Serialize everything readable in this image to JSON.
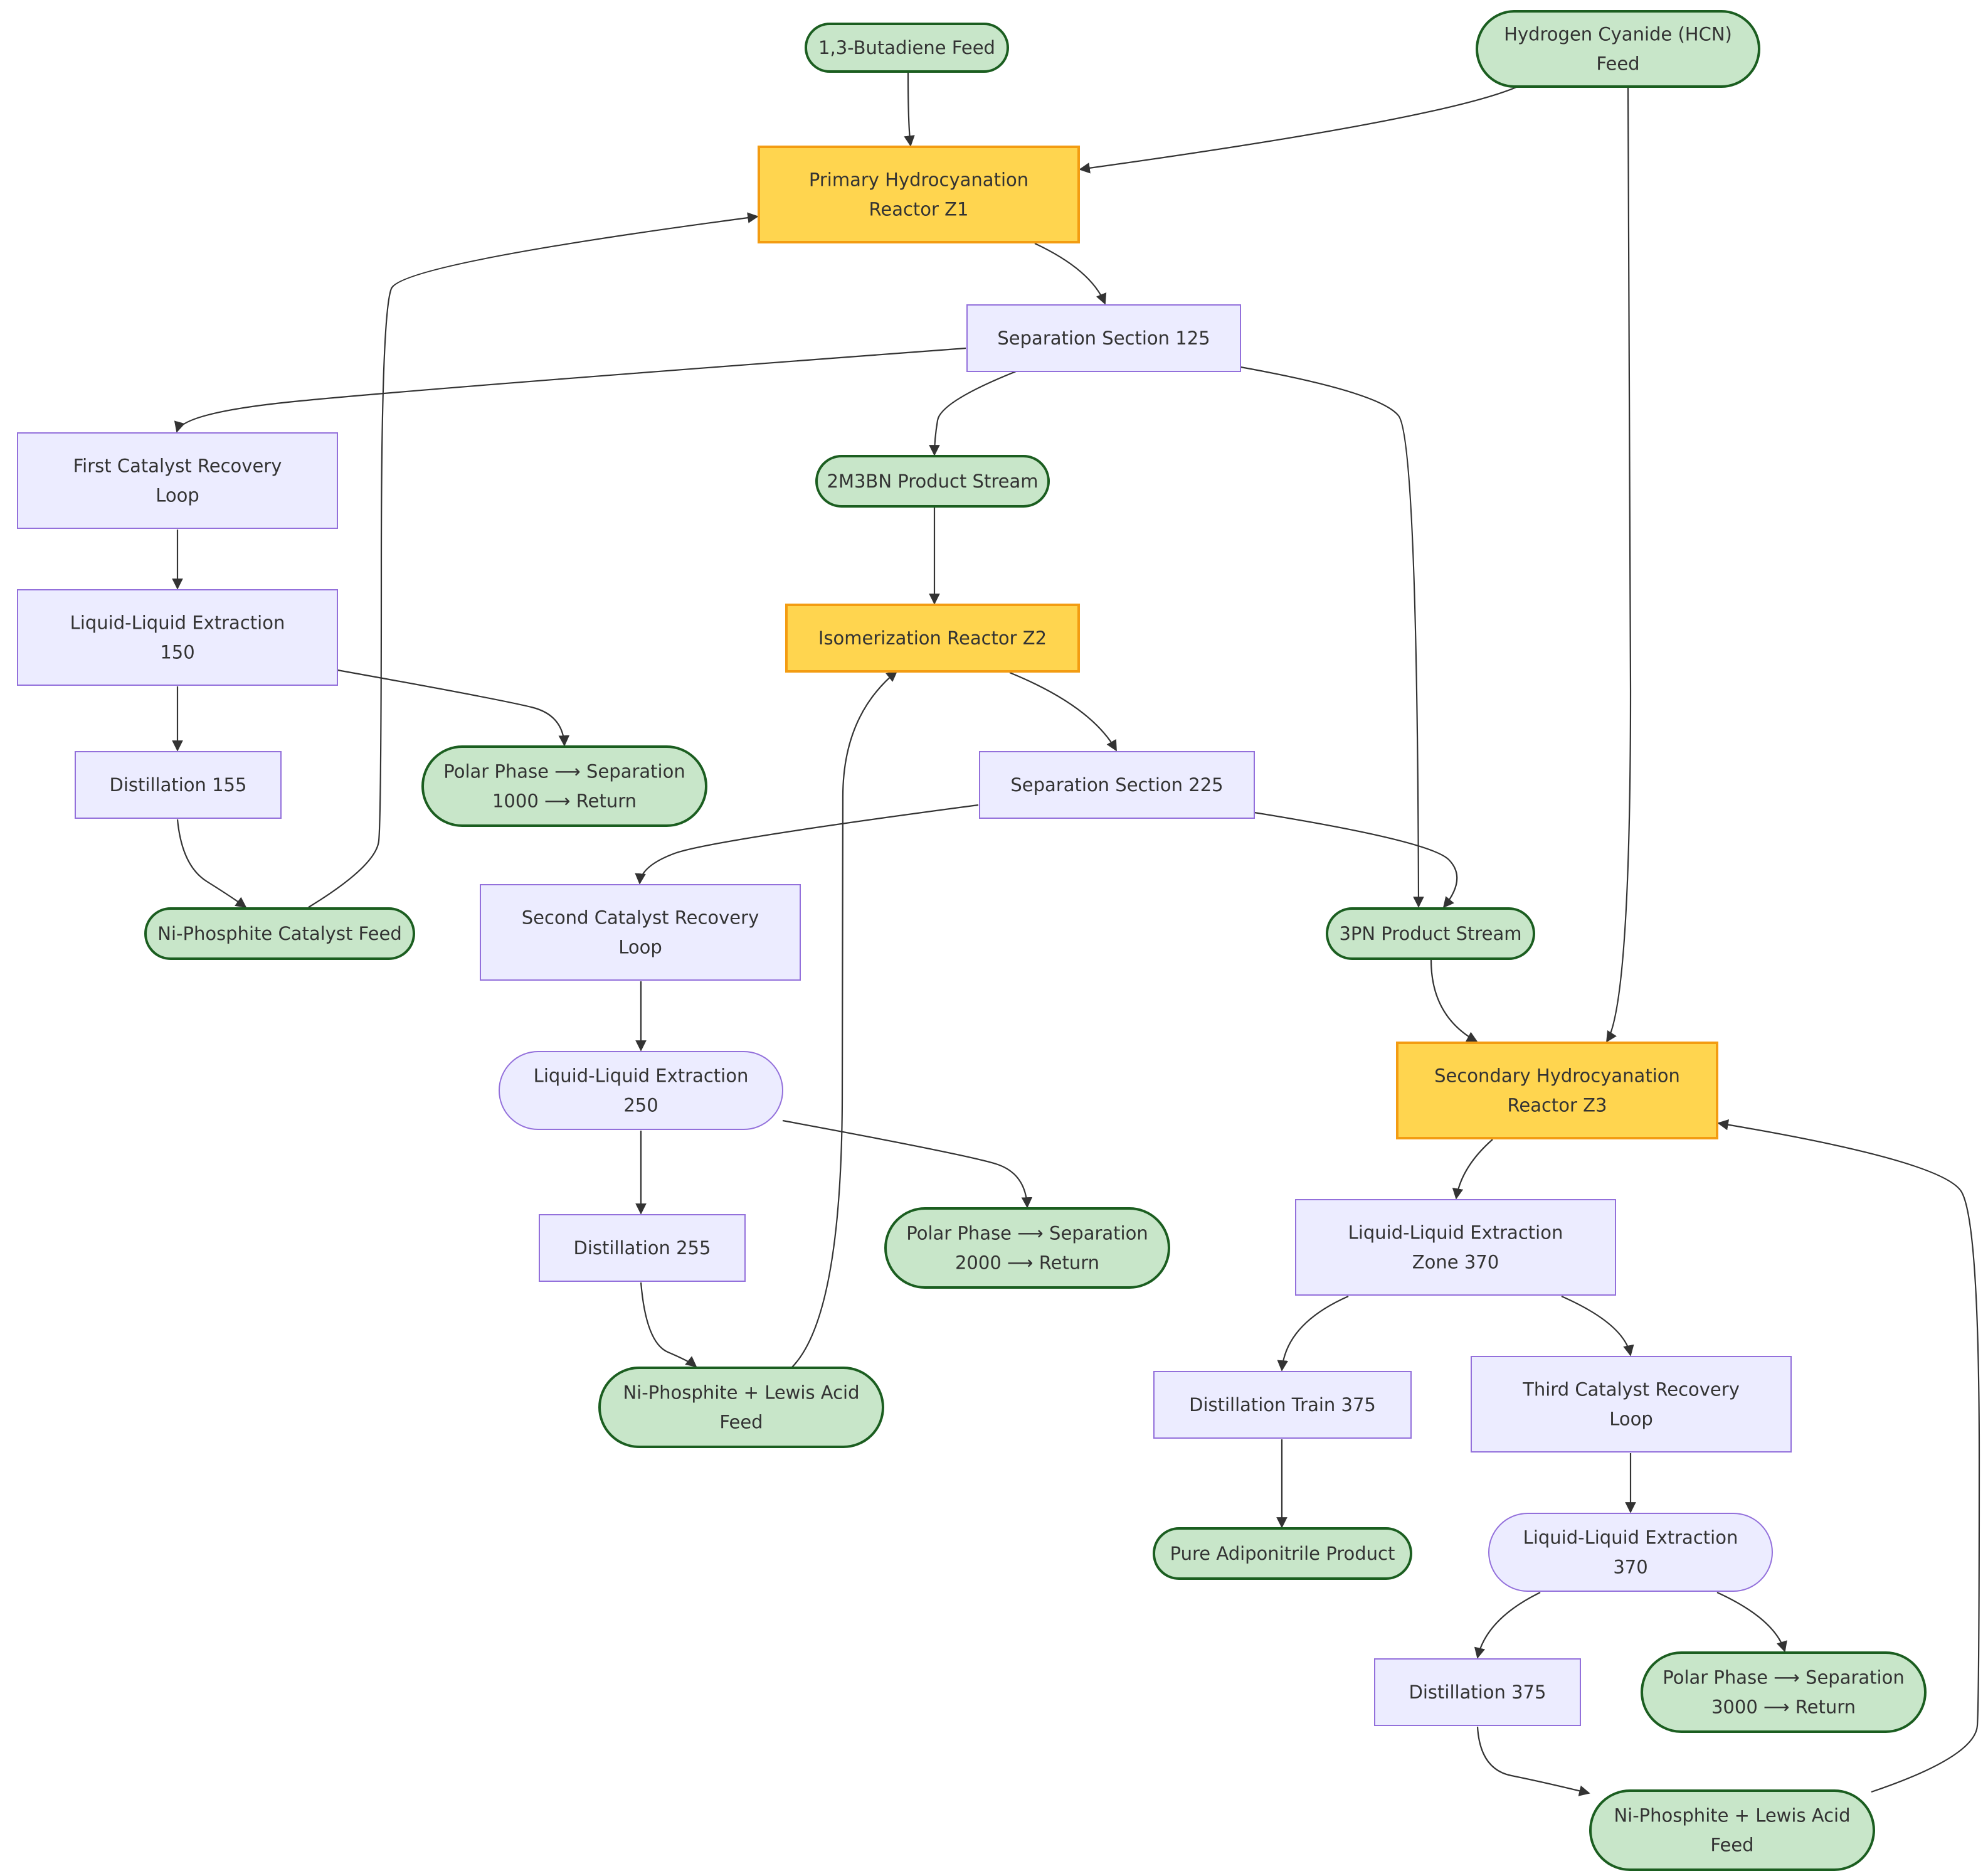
{
  "colors": {
    "process_fill": "#ECECFF",
    "process_stroke": "#9370DB",
    "reactor_fill": "#FFD54F",
    "reactor_stroke": "#F39C12",
    "stream_fill": "#C8E6C9",
    "stream_stroke": "#1B5E20",
    "text": "#333333",
    "edge": "#333333"
  },
  "nodes": [
    {
      "id": "butadiene",
      "kind": "stream",
      "lines": [
        "1,3-Butadiene Feed"
      ]
    },
    {
      "id": "hcn",
      "kind": "stream",
      "lines": [
        "Hydrogen Cyanide (HCN)",
        "Feed"
      ]
    },
    {
      "id": "z1",
      "kind": "reactor",
      "lines": [
        "Primary Hydrocyanation",
        "Reactor Z1"
      ]
    },
    {
      "id": "sep125",
      "kind": "process",
      "lines": [
        "Separation Section 125"
      ]
    },
    {
      "id": "rec1",
      "kind": "process",
      "lines": [
        "First Catalyst Recovery",
        "Loop"
      ]
    },
    {
      "id": "prod2m3bn",
      "kind": "stream",
      "lines": [
        "2M3BN Product Stream"
      ]
    },
    {
      "id": "lle150",
      "kind": "process",
      "lines": [
        "Liquid-Liquid Extraction",
        "150"
      ]
    },
    {
      "id": "z2",
      "kind": "reactor",
      "lines": [
        "Isomerization Reactor Z2"
      ]
    },
    {
      "id": "dist155",
      "kind": "process",
      "lines": [
        "Distillation 155"
      ]
    },
    {
      "id": "polar1000",
      "kind": "stream",
      "lines": [
        "Polar Phase ⟶ Separation",
        "1000 ⟶ Return"
      ]
    },
    {
      "id": "sep225",
      "kind": "process",
      "lines": [
        "Separation Section 225"
      ]
    },
    {
      "id": "nicat",
      "kind": "stream",
      "lines": [
        "Ni-Phosphite Catalyst Feed"
      ]
    },
    {
      "id": "rec2",
      "kind": "process",
      "lines": [
        "Second Catalyst Recovery",
        "Loop"
      ]
    },
    {
      "id": "prod3pn",
      "kind": "stream",
      "lines": [
        "3PN Product Stream"
      ]
    },
    {
      "id": "lle250",
      "kind": "process-round",
      "lines": [
        "Liquid-Liquid Extraction",
        "250"
      ]
    },
    {
      "id": "z3",
      "kind": "reactor",
      "lines": [
        "Secondary Hydrocyanation",
        "Reactor Z3"
      ]
    },
    {
      "id": "dist255",
      "kind": "process",
      "lines": [
        "Distillation 255"
      ]
    },
    {
      "id": "polar2000",
      "kind": "stream",
      "lines": [
        "Polar Phase ⟶ Separation",
        "2000 ⟶ Return"
      ]
    },
    {
      "id": "llez370",
      "kind": "process",
      "lines": [
        "Liquid-Liquid Extraction",
        "Zone 370"
      ]
    },
    {
      "id": "nilewis2",
      "kind": "stream",
      "lines": [
        "Ni-Phosphite + Lewis Acid",
        "Feed"
      ]
    },
    {
      "id": "dt375",
      "kind": "process",
      "lines": [
        "Distillation Train 375"
      ]
    },
    {
      "id": "rec3",
      "kind": "process",
      "lines": [
        "Third Catalyst Recovery",
        "Loop"
      ]
    },
    {
      "id": "adn",
      "kind": "stream",
      "lines": [
        "Pure Adiponitrile Product"
      ]
    },
    {
      "id": "lle370",
      "kind": "process-round",
      "lines": [
        "Liquid-Liquid Extraction",
        "370"
      ]
    },
    {
      "id": "dist375",
      "kind": "process",
      "lines": [
        "Distillation 375"
      ]
    },
    {
      "id": "polar3000",
      "kind": "stream",
      "lines": [
        "Polar Phase ⟶ Separation",
        "3000 ⟶ Return"
      ]
    },
    {
      "id": "nilewis3",
      "kind": "stream",
      "lines": [
        "Ni-Phosphite + Lewis Acid",
        "Feed"
      ]
    }
  ],
  "edges": [
    {
      "from": "butadiene",
      "to": "z1"
    },
    {
      "from": "hcn",
      "to": "z1"
    },
    {
      "from": "hcn",
      "to": "z3"
    },
    {
      "from": "z1",
      "to": "sep125"
    },
    {
      "from": "sep125",
      "to": "rec1"
    },
    {
      "from": "sep125",
      "to": "prod2m3bn"
    },
    {
      "from": "sep125",
      "to": "prod3pn"
    },
    {
      "from": "rec1",
      "to": "lle150"
    },
    {
      "from": "lle150",
      "to": "dist155"
    },
    {
      "from": "lle150",
      "to": "polar1000"
    },
    {
      "from": "dist155",
      "to": "nicat"
    },
    {
      "from": "nicat",
      "to": "z1"
    },
    {
      "from": "prod2m3bn",
      "to": "z2"
    },
    {
      "from": "z2",
      "to": "sep225"
    },
    {
      "from": "sep225",
      "to": "rec2"
    },
    {
      "from": "sep225",
      "to": "prod3pn"
    },
    {
      "from": "rec2",
      "to": "lle250"
    },
    {
      "from": "lle250",
      "to": "dist255"
    },
    {
      "from": "lle250",
      "to": "polar2000"
    },
    {
      "from": "dist255",
      "to": "nilewis2"
    },
    {
      "from": "nilewis2",
      "to": "z2"
    },
    {
      "from": "prod3pn",
      "to": "z3"
    },
    {
      "from": "z3",
      "to": "llez370"
    },
    {
      "from": "llez370",
      "to": "dt375"
    },
    {
      "from": "llez370",
      "to": "rec3"
    },
    {
      "from": "dt375",
      "to": "adn"
    },
    {
      "from": "rec3",
      "to": "lle370"
    },
    {
      "from": "lle370",
      "to": "dist375"
    },
    {
      "from": "lle370",
      "to": "polar3000"
    },
    {
      "from": "dist375",
      "to": "nilewis3"
    },
    {
      "from": "nilewis3",
      "to": "z3"
    }
  ]
}
